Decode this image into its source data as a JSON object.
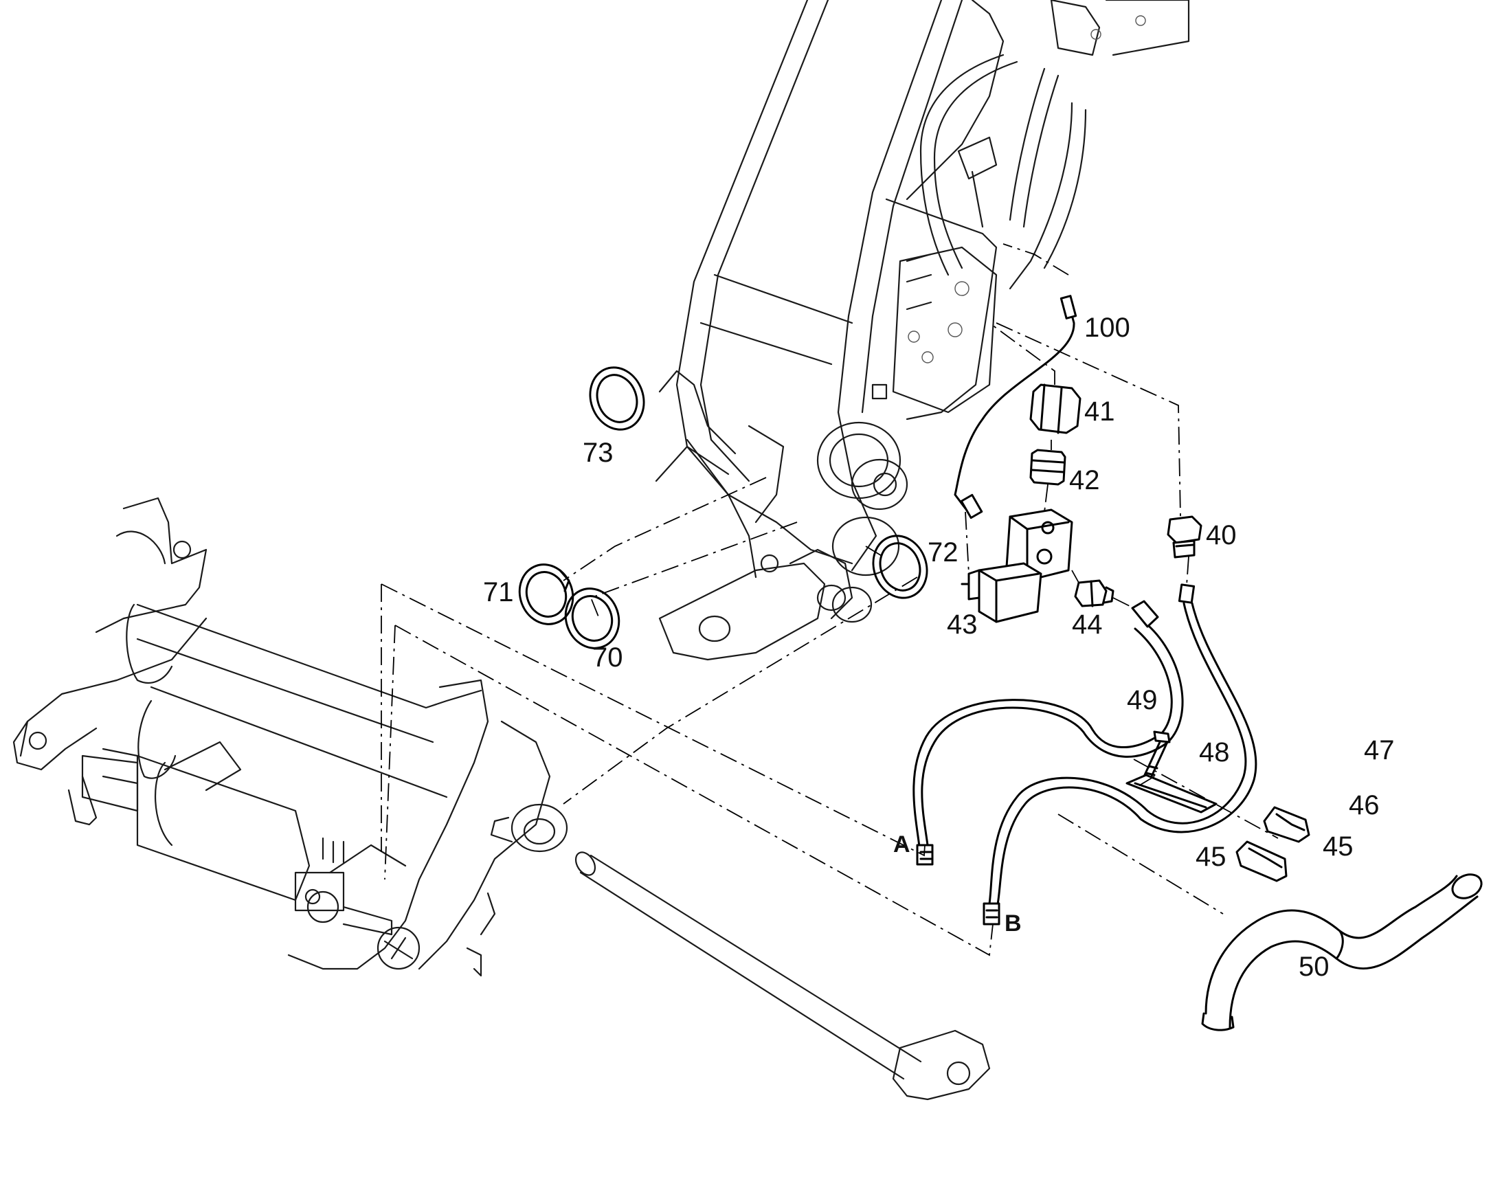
{
  "callouts": [
    {
      "id": "100",
      "label": "100"
    },
    {
      "id": "41",
      "label": "41"
    },
    {
      "id": "42",
      "label": "42"
    },
    {
      "id": "40",
      "label": "40"
    },
    {
      "id": "72",
      "label": "72"
    },
    {
      "id": "73",
      "label": "73"
    },
    {
      "id": "71",
      "label": "71"
    },
    {
      "id": "70",
      "label": "70"
    },
    {
      "id": "43",
      "label": "43"
    },
    {
      "id": "44",
      "label": "44"
    },
    {
      "id": "49",
      "label": "49"
    },
    {
      "id": "48",
      "label": "48"
    },
    {
      "id": "47",
      "label": "47"
    },
    {
      "id": "46",
      "label": "46"
    },
    {
      "id": "45a",
      "label": "45"
    },
    {
      "id": "45b",
      "label": "45"
    },
    {
      "id": "50",
      "label": "50"
    }
  ],
  "ports": {
    "a": "A",
    "b": "B"
  }
}
